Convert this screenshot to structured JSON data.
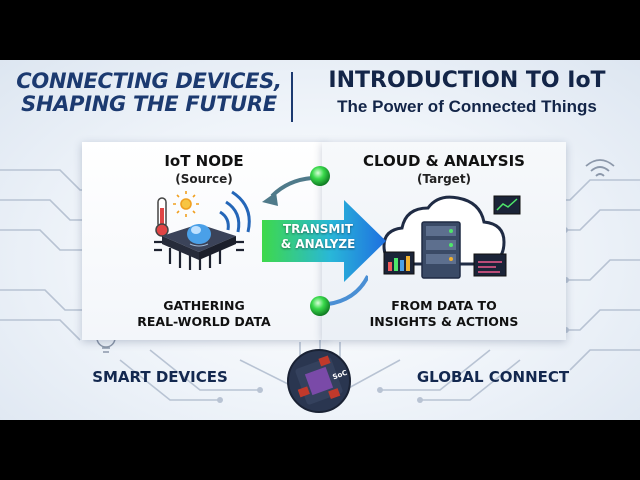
{
  "headline": {
    "left_line1": "CONNECTING DEVICES,",
    "left_line2": "SHAPING THE FUTURE",
    "right_title": "INTRODUCTION TO IoT",
    "right_subtitle": "The Power of Connected Things"
  },
  "iot_node": {
    "title": "IoT NODE",
    "subtitle": "(Source)",
    "caption_line1": "GATHERING",
    "caption_line2": "REAL-WORLD DATA"
  },
  "cloud": {
    "title": "CLOUD & ANALYSIS",
    "subtitle": "(Target)",
    "caption_line1": "FROM DATA TO",
    "caption_line2": "INSIGHTS & ACTIONS"
  },
  "arrow": {
    "line1": "TRANSMIT",
    "line2": "& ANALYZE"
  },
  "footer": {
    "left": "SMART DEVICES",
    "right": "GLOBAL CONNECT",
    "chip_label": "SoC"
  },
  "colors": {
    "navy": "#1c3a70",
    "arrow_blue": "#1f8ff0",
    "arrow_green": "#3ed94a",
    "orb_green": "#2fcf46"
  },
  "icons": [
    "thermometer-icon",
    "sun-icon",
    "wifi-icon",
    "chip-icon",
    "cloud-icon",
    "server-icon",
    "lightbulb-icon",
    "camera-icon",
    "chart-icon"
  ]
}
